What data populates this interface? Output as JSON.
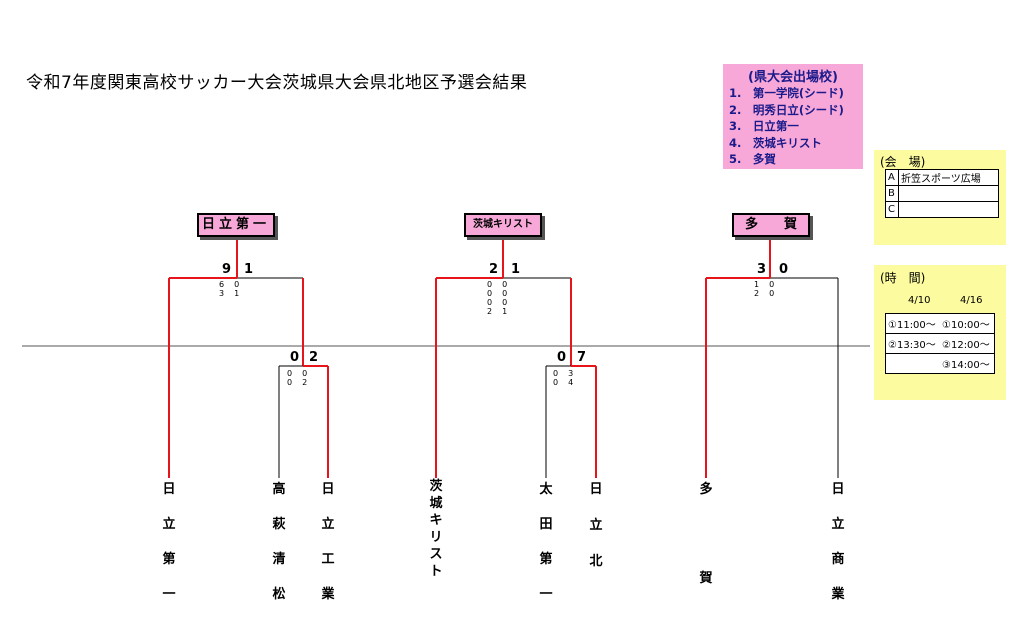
{
  "title": "令和7年度関東高校サッカー大会茨城県大会県北地区予選会結果",
  "qualified": {
    "heading": "(県大会出場校)",
    "items": [
      "1.　第一学院(シード)",
      "2.　明秀日立(シード)",
      "3.　日立第一",
      "4.　茨城キリスト",
      "5.　多賀"
    ]
  },
  "venue": {
    "heading": "(会　場)",
    "rows": [
      {
        "key": "A",
        "value": "折笠スポーツ広場"
      },
      {
        "key": "B",
        "value": ""
      },
      {
        "key": "C",
        "value": ""
      }
    ]
  },
  "times": {
    "heading": "(時　間)",
    "dates": [
      "4/10",
      "4/16"
    ],
    "rows": [
      [
        "①11:00～",
        "①10:00～"
      ],
      [
        "②13:30～",
        "②12:00～"
      ],
      [
        "",
        "③14:00～"
      ]
    ]
  },
  "brackets": [
    {
      "winner": "日立第一",
      "final": {
        "score_left": "9",
        "score_right": "1",
        "halves": [
          "6　0",
          "3　1"
        ]
      },
      "semi": {
        "score_left": "0",
        "score_right": "2",
        "halves": [
          "0　0",
          "0　2"
        ]
      },
      "teams": [
        "日立第一",
        "高萩清松",
        "日立工業"
      ]
    },
    {
      "winner": "茨城キリスト",
      "final": {
        "score_left": "2",
        "score_right": "1",
        "halves": [
          "0　0",
          "0　0",
          "0　0",
          "2　1"
        ]
      },
      "semi": {
        "score_left": "0",
        "score_right": "7",
        "halves": [
          "0　3",
          "0　4"
        ]
      },
      "teams": [
        "茨城キリスト",
        "太田第一",
        "日立北"
      ]
    },
    {
      "winner": "多　　賀",
      "final": {
        "score_left": "3",
        "score_right": "0",
        "halves": [
          "1　0",
          "2　0"
        ]
      },
      "teams": [
        "多賀",
        "日立商業"
      ]
    }
  ],
  "colors": {
    "pink": "#f7a8d8",
    "yellow": "#fdfba0",
    "red": "#e8141c",
    "navy": "#1a1a8a"
  }
}
